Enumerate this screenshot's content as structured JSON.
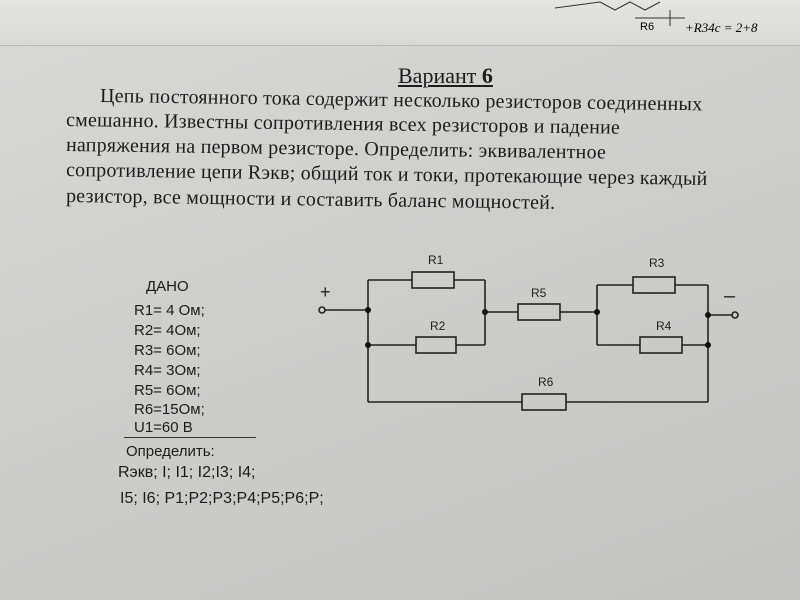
{
  "header": {
    "sketch_labels": [
      "R6",
      "+R34c = 2+8"
    ]
  },
  "title": {
    "prefix": "Вариант",
    "number": "6"
  },
  "problem_lines": [
    "Цепь постоянного тока содержит несколько резисторов соединенных",
    "смешанно.  Известны  сопротивления  всех  резисторов  и  падение",
    "напряжения    на    первом    резисторе.   Определить:   эквивалентное",
    "сопротивление цепи Rэкв; общий ток и токи, протекающие через каждый",
    "резистор, все мощности и составить баланс мощностей."
  ],
  "given": {
    "title": "ДАНО",
    "items": [
      "R1= 4 Ом;",
      "R2= 4Ом;",
      "R3= 6Ом;",
      "R4= 3Ом;",
      "R5= 6Ом;",
      "R6=15Ом;",
      "U1=60 В"
    ]
  },
  "find": {
    "title": "Определить:",
    "line1": "Rэкв; I; I1; I2;I3; I4;",
    "line2": "I5; I6;  P1;P2;P3;P4;P5;P6;P;"
  },
  "circuit": {
    "plus": "+",
    "minus": "–",
    "resistors": [
      "R1",
      "R2",
      "R3",
      "R4",
      "R5",
      "R6"
    ]
  }
}
